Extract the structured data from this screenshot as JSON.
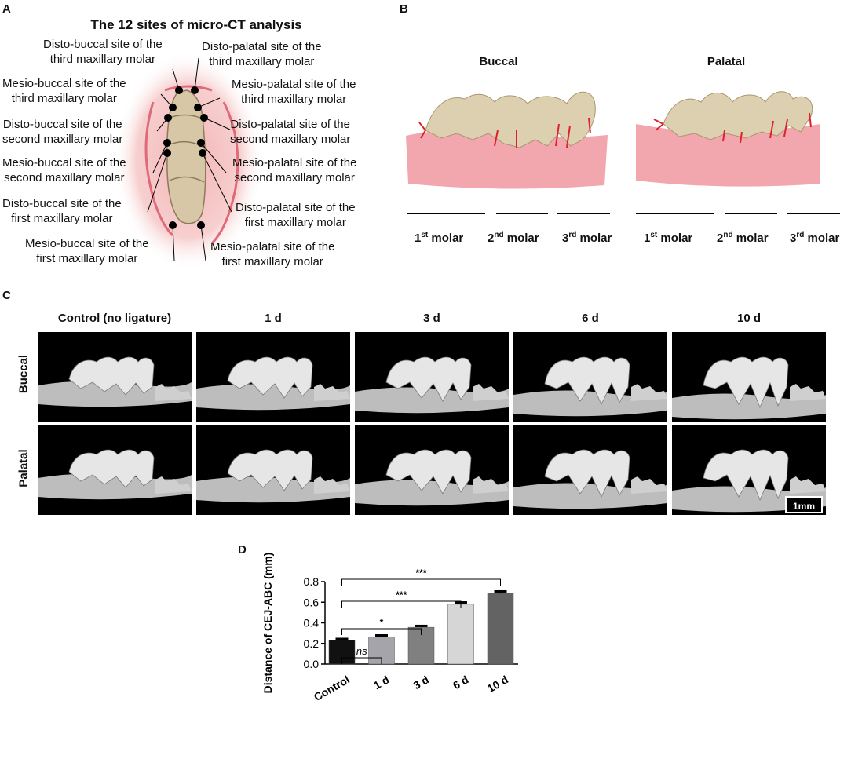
{
  "panelA": {
    "letter": "A",
    "title": "The 12 sites of micro-CT analysis",
    "left_labels": [
      {
        "l1": "Disto-buccal site of the",
        "l2": "third maxillary molar"
      },
      {
        "l1": "Mesio-buccal site  of the",
        "l2": "third maxillary molar"
      },
      {
        "l1": "Disto-buccal site of the",
        "l2": "second maxillary molar"
      },
      {
        "l1": "Mesio-buccal site of the",
        "l2": "second maxillary molar"
      },
      {
        "l1": "Disto-buccal site of the",
        "l2": "first maxillary molar"
      },
      {
        "l1": "Mesio-buccal site of the",
        "l2": "first maxillary molar"
      }
    ],
    "right_labels": [
      {
        "l1": "Disto-palatal site of the",
        "l2": "third maxillary molar"
      },
      {
        "l1": "Mesio-palatal site of the",
        "l2": "third maxillary molar"
      },
      {
        "l1": "Disto-palatal site of the",
        "l2": "second maxillary molar"
      },
      {
        "l1": "Mesio-palatal site of the",
        "l2": "second maxillary molar"
      },
      {
        "l1": "Disto-palatal site of the",
        "l2": "first maxillary molar"
      },
      {
        "l1": "Mesio-palatal site of the",
        "l2": "first maxillary molar"
      }
    ]
  },
  "panelB": {
    "letter": "B",
    "views": [
      "Buccal",
      "Palatal"
    ],
    "molars": [
      {
        "num": "1",
        "sup": "st",
        "word": " molar"
      },
      {
        "num": "2",
        "sup": "nd",
        "word": " molar"
      },
      {
        "num": "3",
        "sup": "rd",
        "word": " molar"
      }
    ]
  },
  "panelC": {
    "letter": "C",
    "columns": [
      "Control (no ligature)",
      "1 d",
      "3 d",
      "6 d",
      "10 d"
    ],
    "rows": [
      "Buccal",
      "Palatal"
    ],
    "scale_bar": "1mm"
  },
  "panelD": {
    "letter": "D",
    "significance": [
      "ns",
      "*",
      "***",
      "***"
    ]
  },
  "chart_data": {
    "type": "bar",
    "categories": [
      "Control",
      "1 d",
      "3 d",
      "6 d",
      "10 d"
    ],
    "values": [
      0.232,
      0.265,
      0.357,
      0.58,
      0.685
    ],
    "errors": [
      0.012,
      0.013,
      0.013,
      0.018,
      0.02
    ],
    "colors": [
      "#111111",
      "#a4a4aa",
      "#808080",
      "#d6d6d6",
      "#636363"
    ],
    "ylabel": "Distance of CEJ-ABC (mm)",
    "xlabel": "",
    "ylim": [
      0.0,
      0.8
    ],
    "yticks": [
      "0.0",
      "0.2",
      "0.4",
      "0.6",
      "0.8"
    ],
    "comparisons": [
      {
        "from": "Control",
        "to": "1 d",
        "label": "ns"
      },
      {
        "from": "Control",
        "to": "3 d",
        "label": "*"
      },
      {
        "from": "Control",
        "to": "6 d",
        "label": "***"
      },
      {
        "from": "Control",
        "to": "10 d",
        "label": "***"
      }
    ]
  }
}
